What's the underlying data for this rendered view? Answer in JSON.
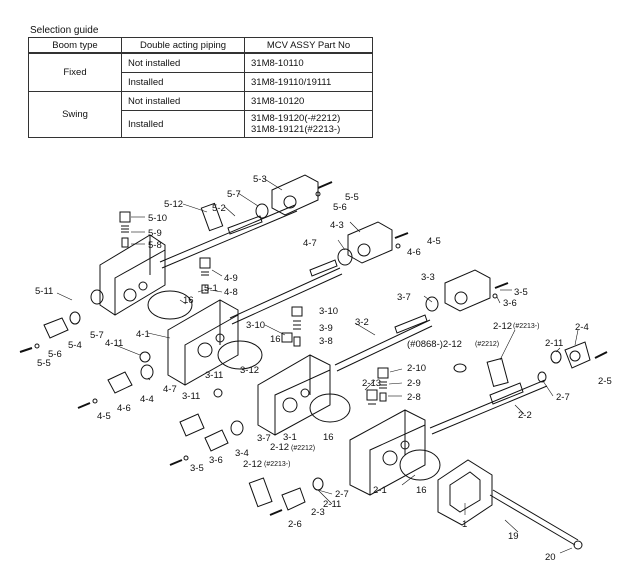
{
  "guide": {
    "title": "Selection guide",
    "headers": [
      "Boom type",
      "Double acting piping",
      "MCV ASSY Part No"
    ],
    "fixed_label": "Fixed",
    "swing_label": "Swing",
    "rows": [
      {
        "piping": "Not installed",
        "part": "31M8-10110"
      },
      {
        "piping": "Installed",
        "part": "31M8-19110/19111"
      },
      {
        "piping": "Not installed",
        "part": "31M8-10120"
      },
      {
        "piping": "Installed",
        "part": "31M8-19120(-#2212)",
        "part2": "31M8-19121(#2213-)"
      }
    ]
  },
  "labels": {
    "l5_3": "5-3",
    "l5_5": "5-5",
    "l5_6": "5-6",
    "l5_7": "5-7",
    "l5_2": "5-2",
    "l5_12": "5-12",
    "l5_10": "5-10",
    "l5_9": "5-9",
    "l5_8": "5-8",
    "l4_3": "4-3",
    "l4_5": "4-5",
    "l4_6": "4-6",
    "l4_7": "4-7",
    "l4_9": "4-9",
    "l4_8": "4-8",
    "l5_1": "5-1",
    "l16a": "16",
    "l5_11": "5-11",
    "l5_7b": "5-7",
    "l5_4": "5-4",
    "l5_6b": "5-6",
    "l5_5b": "5-5",
    "l3_3": "3-3",
    "l3_5": "3-5",
    "l3_6": "3-6",
    "l3_7": "3-7",
    "l3_10": "3-10",
    "l3_9": "3-9",
    "l3_8": "3-8",
    "l4_1": "4-1",
    "l3_10b": "3-10",
    "l3_2": "3-2",
    "l16b": "16",
    "l4_11": "4-11",
    "l4_7b": "4-7",
    "l3_12": "3-12",
    "l3_11": "3-11",
    "l4_4": "4-4",
    "l4_6b": "4-6",
    "l4_5b": "4-5",
    "l3_11b": "3-11",
    "l3_7b": "3-7",
    "l3_1": "3-1",
    "l16c": "16",
    "l3_4": "3-4",
    "l3_6b": "3-6",
    "l3_5b": "3-5",
    "l2_12_a": "2-12",
    "l2_12_a_note": "(#2212)",
    "l2_13": "2-13",
    "l0868": "(#0868-)2-12",
    "l0868_note": "(#2212)",
    "l2_12_top": "2-12",
    "l2_12_top_note": "(#2213-)",
    "l2_4": "2-4",
    "l2_11": "2-11",
    "l2_5": "2-5",
    "l2_10": "2-10",
    "l2_9": "2-9",
    "l2_8": "2-8",
    "l2_7": "2-7",
    "l2_2": "2-2",
    "l2_12_b": "2-12",
    "l2_12_b_note": "(#2213-)",
    "l2_7b": "2-7",
    "l2_11b": "2-11",
    "l2_3": "2-3",
    "l2_6": "2-6",
    "l2_1": "2-1",
    "l16d": "16",
    "l1": "1",
    "l19": "19",
    "l20": "20"
  }
}
